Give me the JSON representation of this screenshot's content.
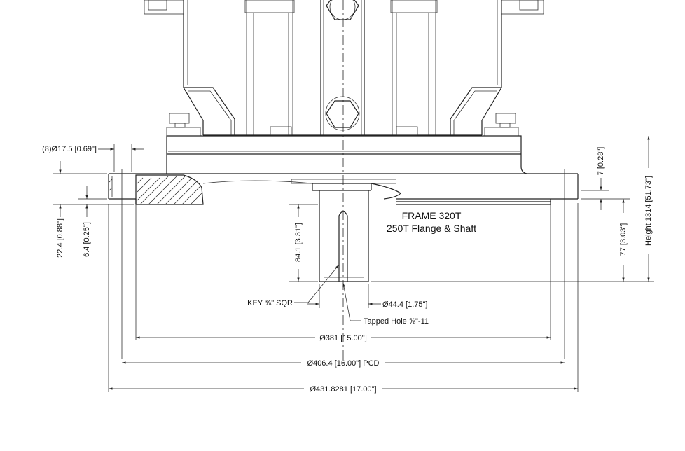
{
  "labels": {
    "frame": "FRAME 320T",
    "flange": "250T Flange & Shaft"
  },
  "dimensions": {
    "holes": "(8)Ø17.5 [0.69\"]",
    "flange_thick": "22.4 [0.88\"]",
    "spigot_depth": "6.4 [0.25\"]",
    "shaft_length": "84.1 [3.31\"]",
    "key": "KEY ⅜\" SQR",
    "shaft_dia": "Ø44.4 [1.75\"]",
    "tapped_hole": "Tapped Hole ⅝\"-11",
    "spigot_dia": "Ø381 [15.00\"]",
    "pcd": "Ø406.4 [16.00\"] PCD",
    "outer_dia": "Ø431.8281 [17.00\"]",
    "gap": "7 [0.28\"]",
    "shaft_to_face": "77 [3.03\"]",
    "height": "Height 1314 [51.73\"]"
  }
}
